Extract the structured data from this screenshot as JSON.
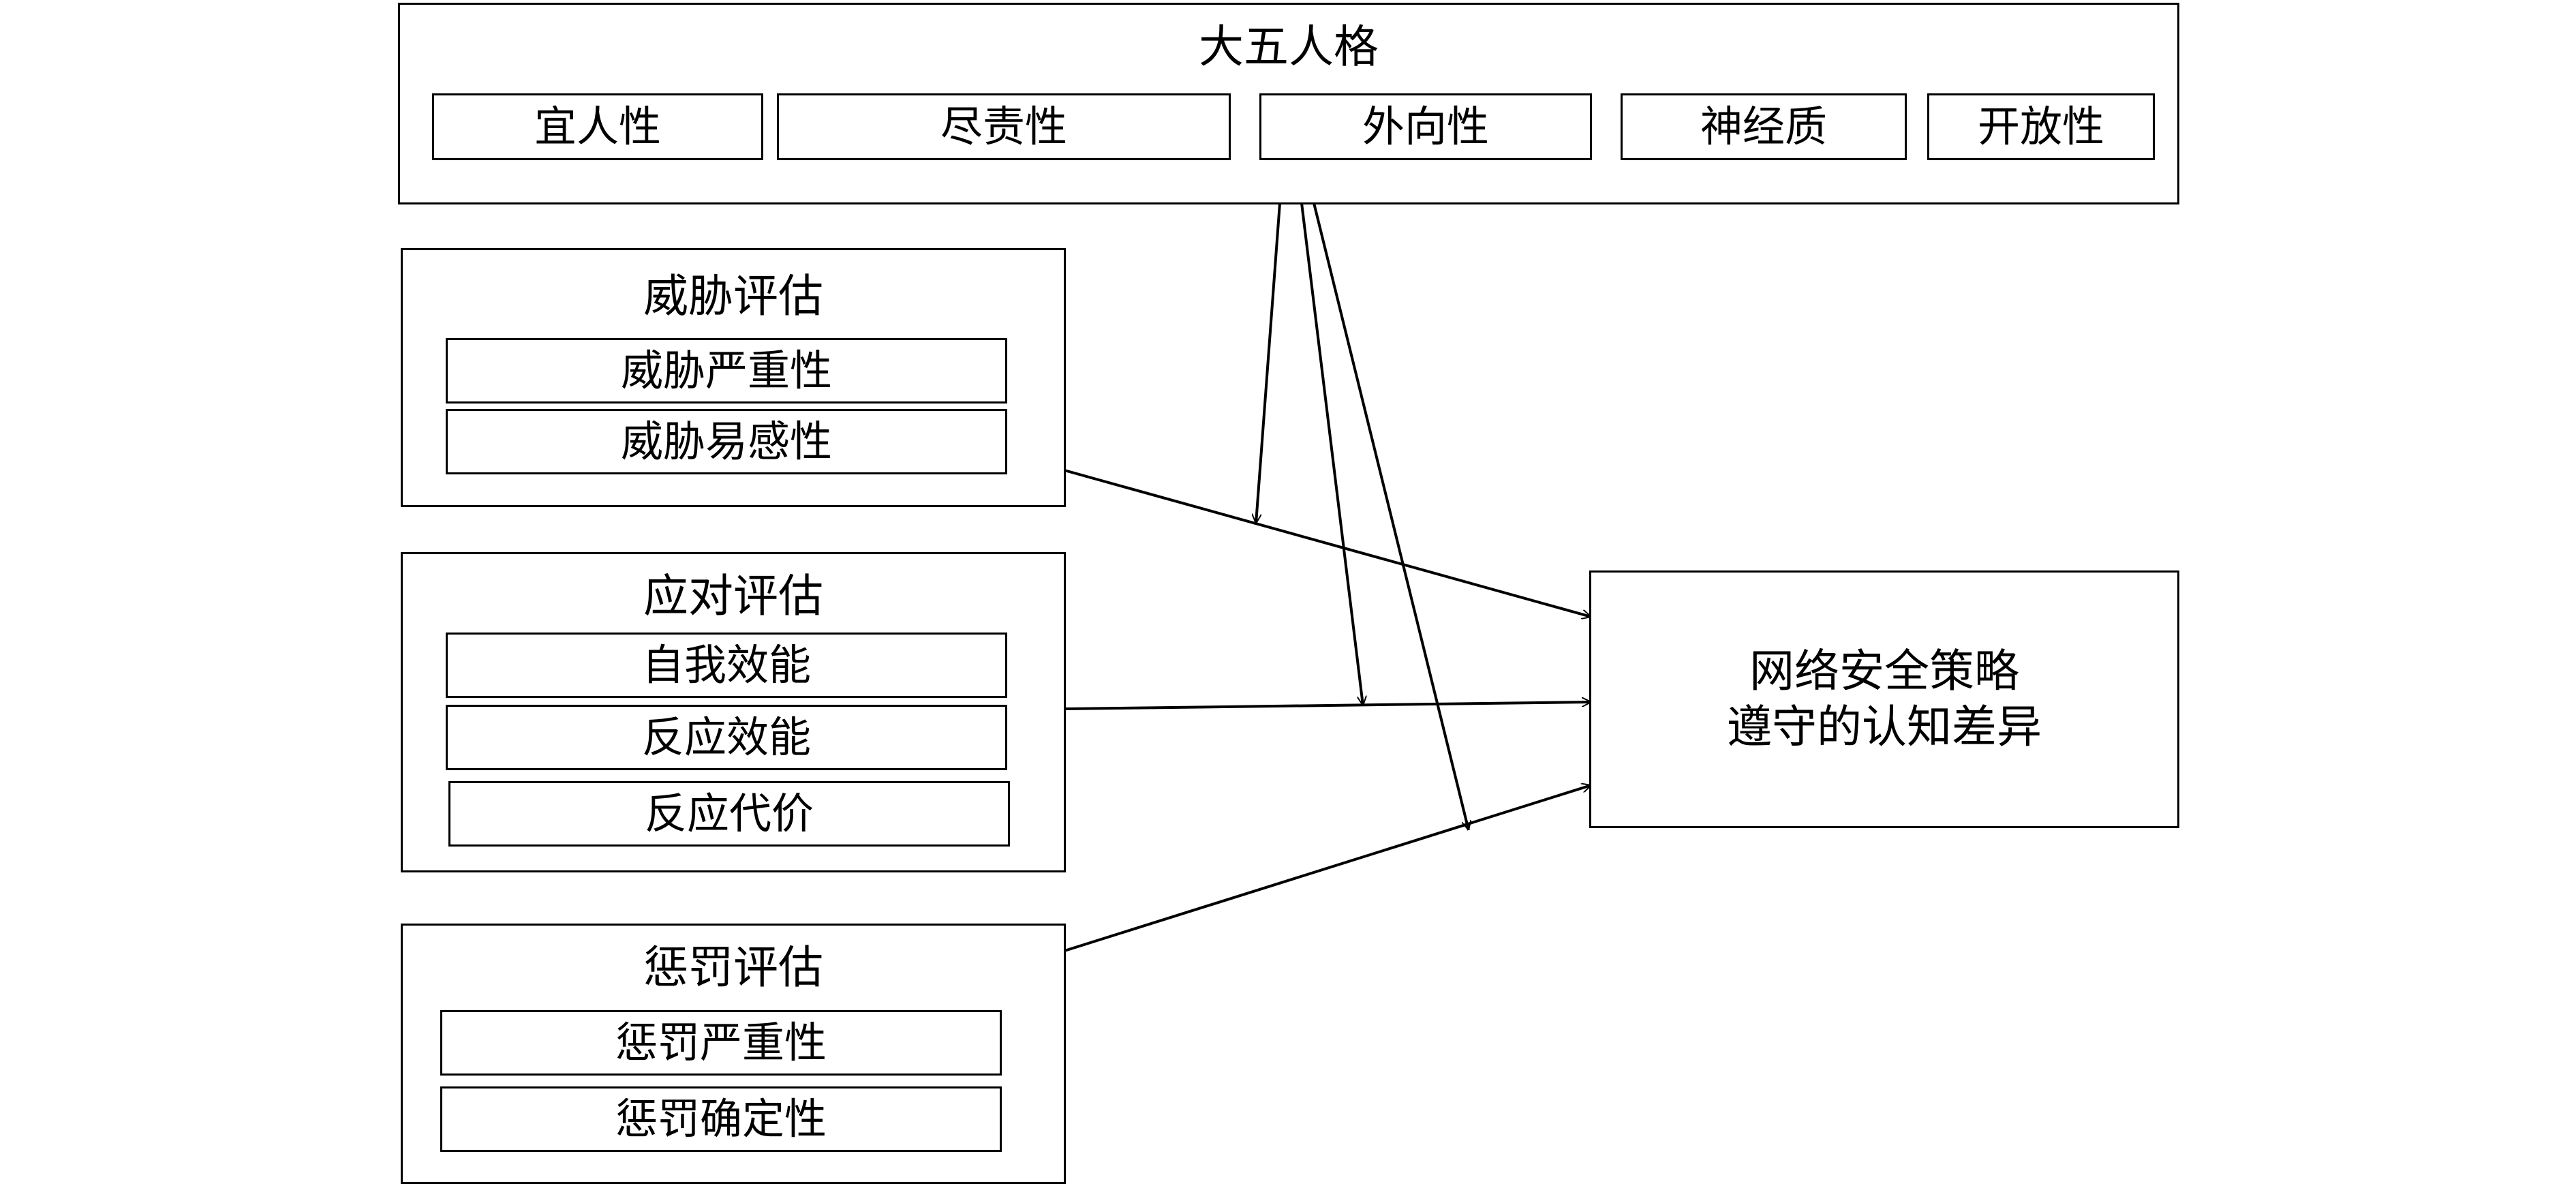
{
  "big_five": {
    "title": "大五人格",
    "traits": [
      "宜人性",
      "尽责性",
      "外向性",
      "神经质",
      "开放性"
    ]
  },
  "threat_appraisal": {
    "title": "威胁评估",
    "items": [
      "威胁严重性",
      "威胁易感性"
    ]
  },
  "coping_appraisal": {
    "title": "应对评估",
    "items": [
      "自我效能",
      "反应效能",
      "反应代价"
    ]
  },
  "sanction_appraisal": {
    "title": "惩罚评估",
    "items": [
      "惩罚严重性",
      "惩罚确定性"
    ]
  },
  "outcome": {
    "line1": "网络安全策略",
    "line2": "遵守的认知差异"
  },
  "colors": {
    "stroke": "#000000",
    "background": "#ffffff"
  }
}
